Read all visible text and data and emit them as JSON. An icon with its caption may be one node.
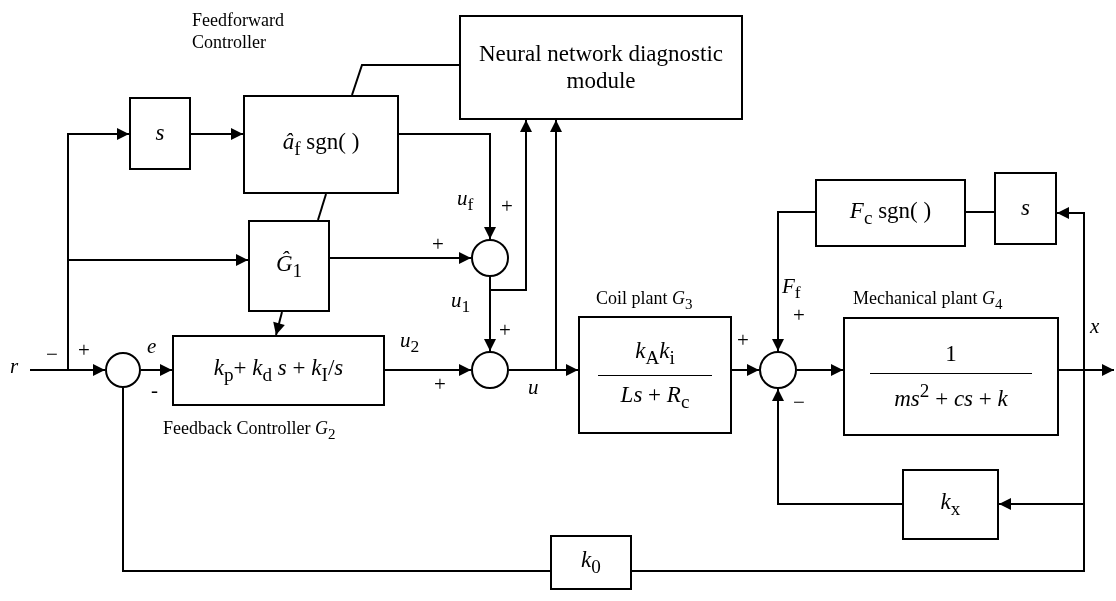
{
  "diagram": {
    "nodes": [
      {
        "text": [
          "Neural network diagnostic module"
        ]
      },
      {
        "text": [
          "s"
        ]
      },
      {
        "text": [
          "*â*$_{f}$ sgn( )"
        ],
        "beside": [
          "Feedforward Controller"
        ]
      },
      {
        "text": [
          "*Ĝ*$_{1}$"
        ]
      },
      {
        "text": [],
        "shape": "circle"
      },
      {
        "text": [],
        "shape": "circle"
      },
      {
        "text": [
          "*k*$_{p}$+ *k*$_{d}$ *s* + *k*$_{I}$/*s*"
        ],
        "beside": [
          "Feedback Controller *G*$_{2}$"
        ]
      },
      {
        "text": [],
        "shape": "circle"
      },
      {
        "text": [
          "*k*$_{A}$*k*$_{i}$",
          "*Ls* + *R*$_{c}$"
        ],
        "beside": [
          "Coil plant *G*$_{3}$"
        ]
      },
      {
        "text": [],
        "shape": "circle"
      },
      {
        "text": [
          "1",
          "*ms*$^{2}$ + *cs* + *k*"
        ],
        "beside": [
          "Mechanical plant *G*$_{4}$"
        ]
      },
      {
        "text": [
          "*F*$_{c}$ sgn( )"
        ]
      },
      {
        "text": [
          "s"
        ]
      },
      {
        "text": [
          "*k*$_{x}$"
        ]
      },
      {
        "text": [
          "*k*$_{0}$"
        ]
      }
    ],
    "edges": [
      {
        "from": null,
        "to": 5,
        "arrow": "to"
      },
      {
        "from": null,
        "to": 1,
        "arrow": "to"
      },
      {
        "from": null,
        "to": 3,
        "arrow": "to"
      },
      {
        "from": 1,
        "to": 2,
        "arrow": "to"
      },
      {
        "from": 2,
        "to": 4,
        "arrow": "to"
      },
      {
        "from": 2,
        "to": 0,
        "arrow": "none"
      },
      {
        "from": 3,
        "to": 2,
        "arrow": "none"
      },
      {
        "from": 3,
        "to": 6,
        "arrow": "to"
      },
      {
        "from": 3,
        "to": 4,
        "arrow": "to"
      },
      {
        "from": 4,
        "to": 7,
        "arrow": "to"
      },
      {
        "from": 4,
        "to": 0,
        "arrow": "to"
      },
      {
        "from": 5,
        "to": 6,
        "arrow": "to"
      },
      {
        "from": 6,
        "to": 7,
        "arrow": "to"
      },
      {
        "from": 7,
        "to": 8,
        "arrow": "to"
      },
      {
        "from": 7,
        "to": 0,
        "arrow": "to"
      },
      {
        "from": 8,
        "to": 9,
        "arrow": "to"
      },
      {
        "from": 11,
        "to": 9,
        "arrow": "to"
      },
      {
        "from": 12,
        "to": 11,
        "arrow": "none"
      },
      {
        "from": 9,
        "to": 10,
        "arrow": "to"
      },
      {
        "from": 10,
        "to": null,
        "arrow": "to"
      },
      {
        "from": 10,
        "to": 12,
        "arrow": "to"
      },
      {
        "from": 10,
        "to": 13,
        "arrow": "to"
      },
      {
        "from": 10,
        "to": 14,
        "arrow": "none"
      },
      {
        "from": 14,
        "to": 5,
        "arrow": "none"
      },
      {
        "from": 13,
        "to": 9,
        "arrow": "to"
      }
    ],
    "labels": [
      "r",
      "−",
      "+",
      "e",
      "-",
      "*u*$_{f}$",
      "+",
      "+",
      "*u*$_{1}$",
      "+",
      "*u*$_{2}$",
      "+",
      "u",
      "+",
      "*F*$_{f}$",
      "+",
      "−",
      "x"
    ]
  }
}
